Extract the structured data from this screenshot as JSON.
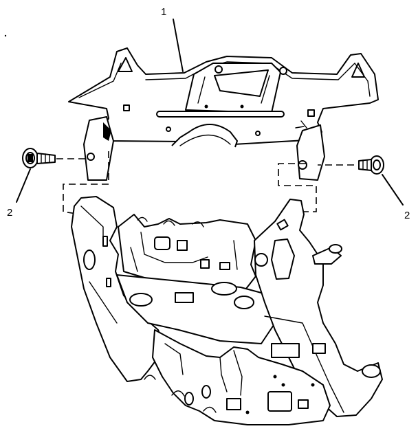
{
  "callouts": {
    "bracket": "1",
    "screw_left": "2",
    "screw_right": "2"
  }
}
